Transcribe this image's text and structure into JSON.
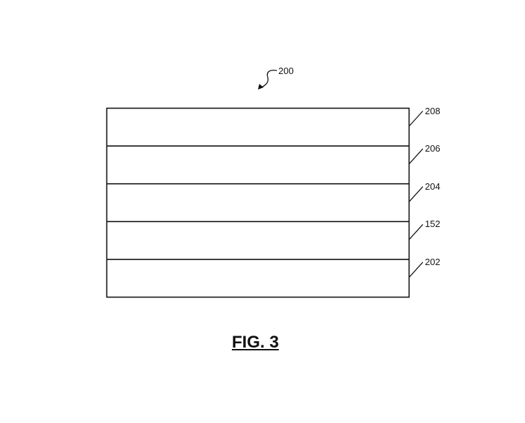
{
  "figure_ref": "200",
  "layers": [
    {
      "label": "208"
    },
    {
      "label": "206"
    },
    {
      "label": "204"
    },
    {
      "label": "152"
    },
    {
      "label": "202"
    }
  ],
  "caption": "FIG. 3"
}
